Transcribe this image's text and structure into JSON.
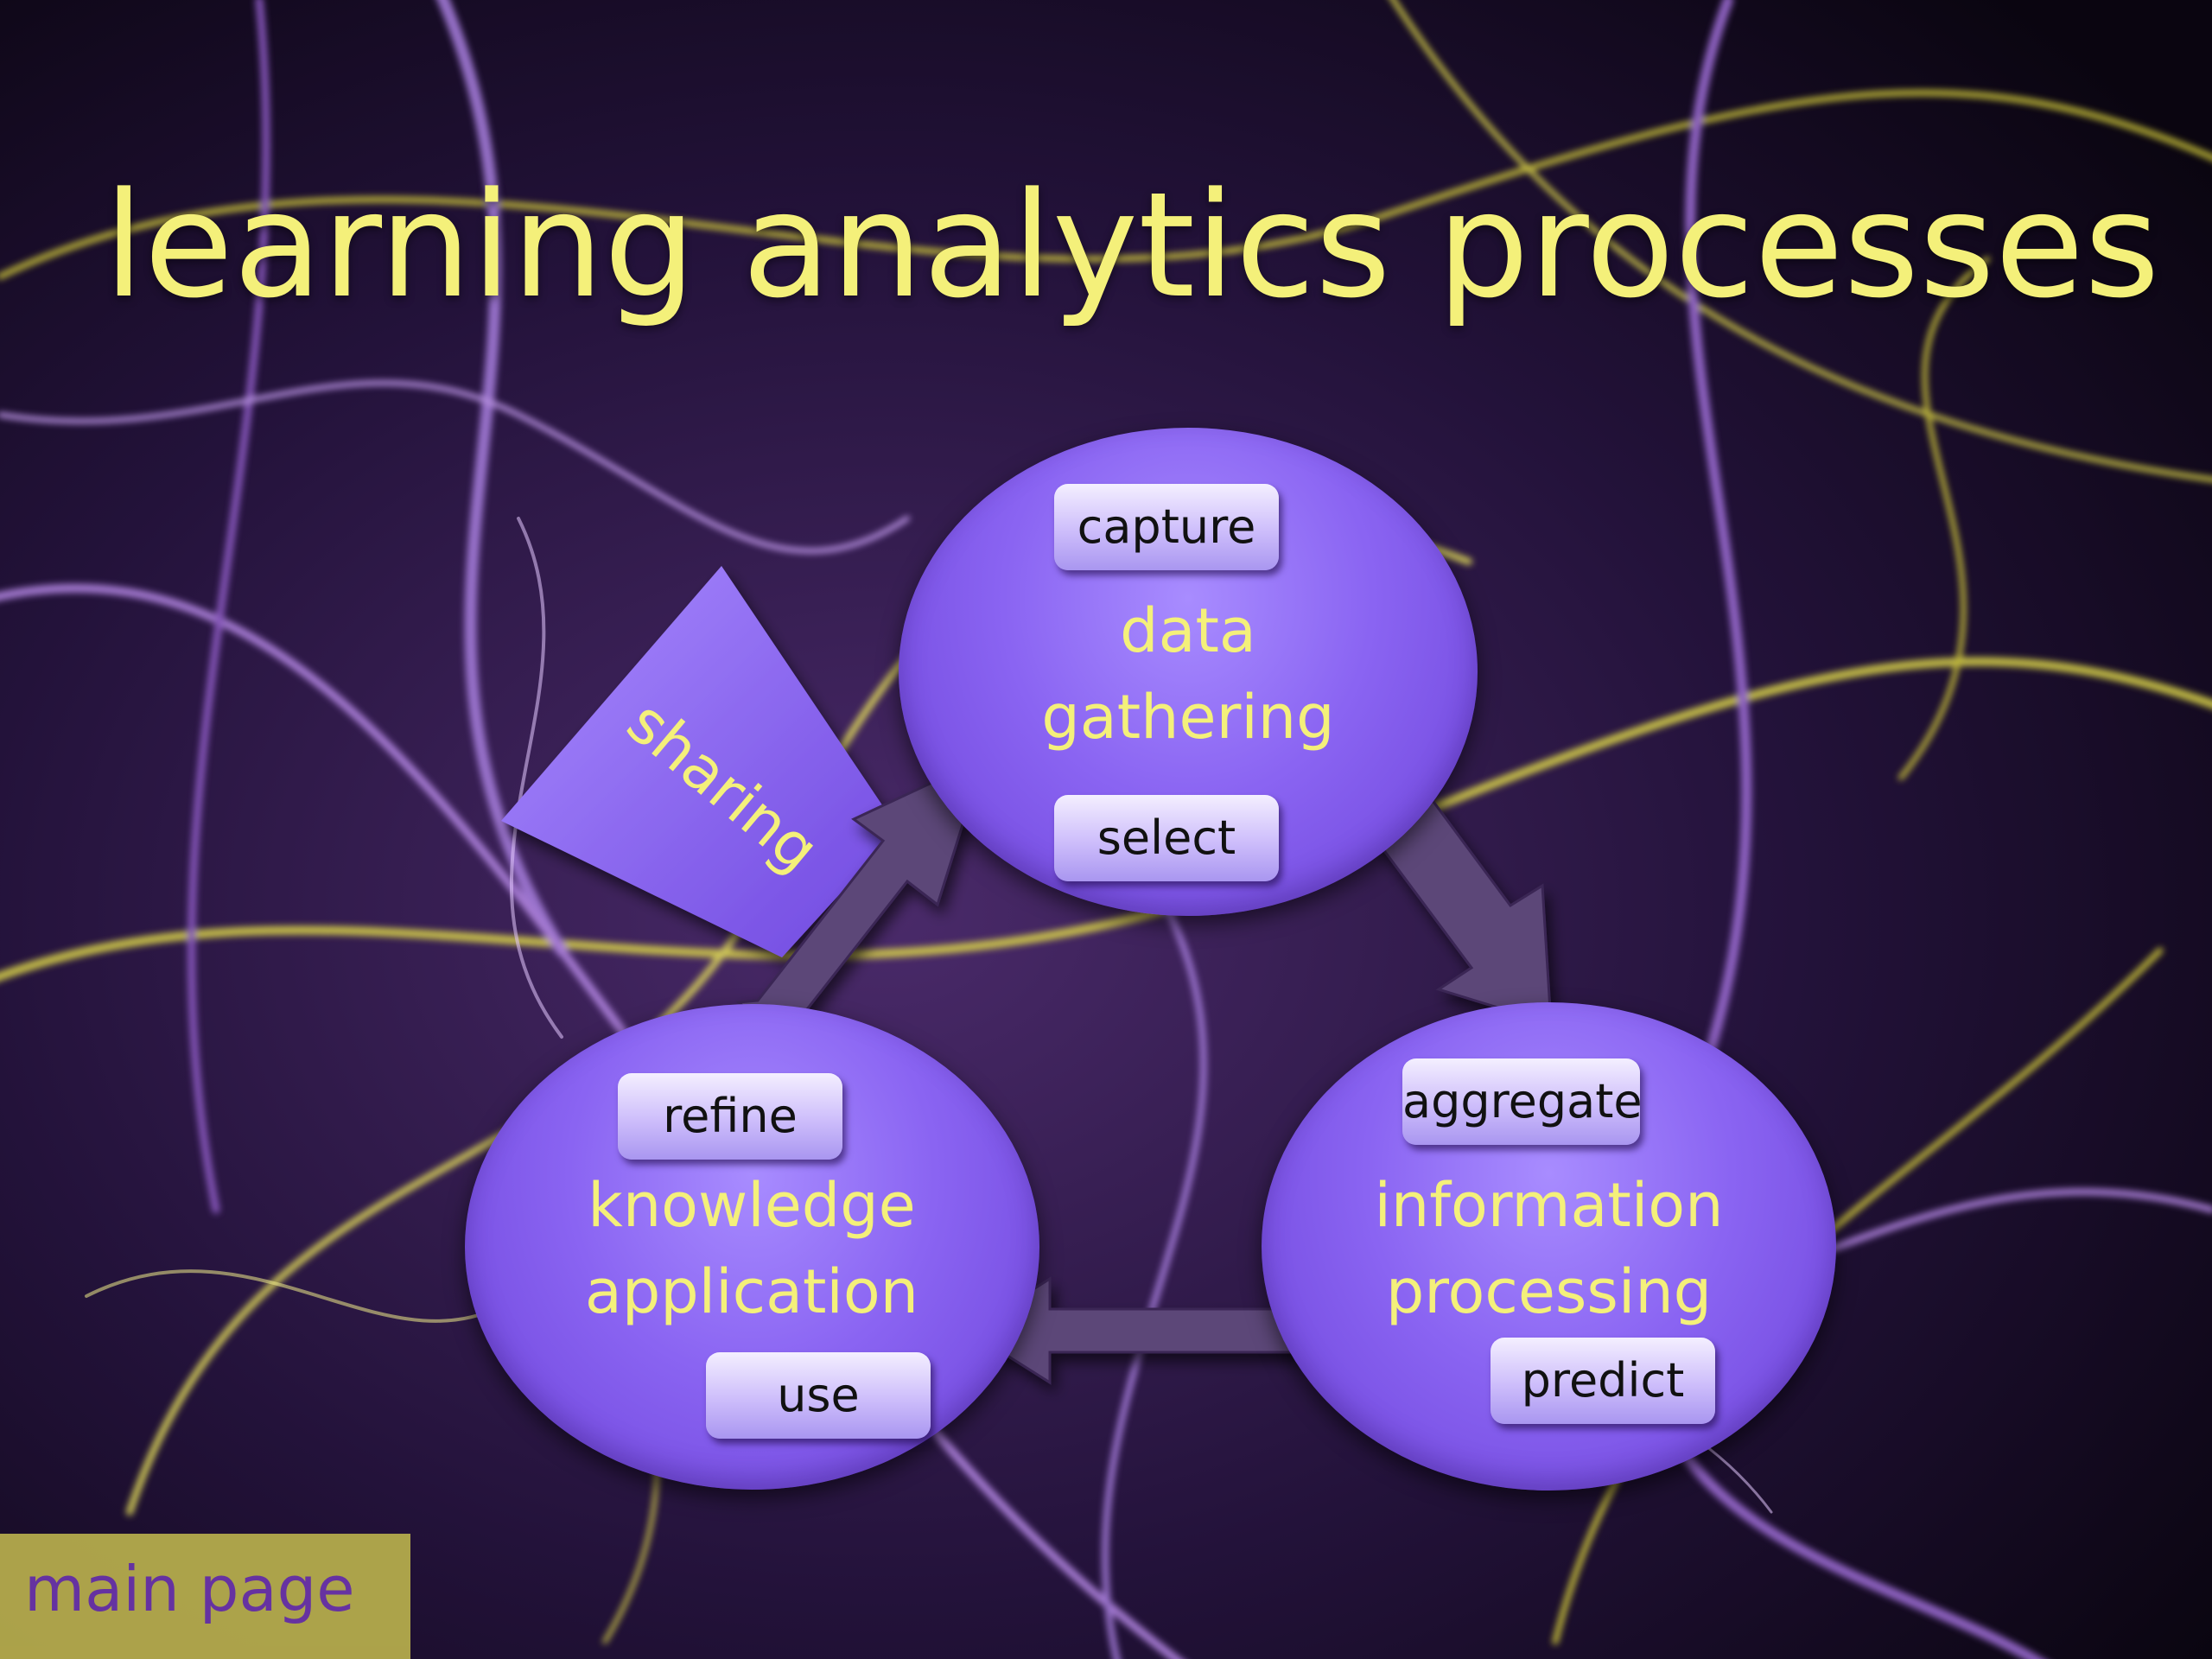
{
  "title": "learning analytics processes",
  "nodes": {
    "data_gathering": {
      "label_line1": "data",
      "label_line2": "gathering",
      "tags": [
        "capture",
        "select"
      ]
    },
    "information_processing": {
      "label_line1": "information",
      "label_line2": "processing",
      "tags": [
        "aggregate",
        "predict"
      ]
    },
    "knowledge_application": {
      "label_line1": "knowledge",
      "label_line2": "application",
      "tags": [
        "refine",
        "use"
      ]
    }
  },
  "sharing": "sharing",
  "main_page": "main page",
  "colors": {
    "title": "#f4f07a",
    "node_fill": "#8a64f2",
    "arrow_fill": "#5b4678",
    "tag_fill": "#d8cbff",
    "main_page_bg": "#b4ab4c",
    "main_page_text": "#6a34a8"
  }
}
